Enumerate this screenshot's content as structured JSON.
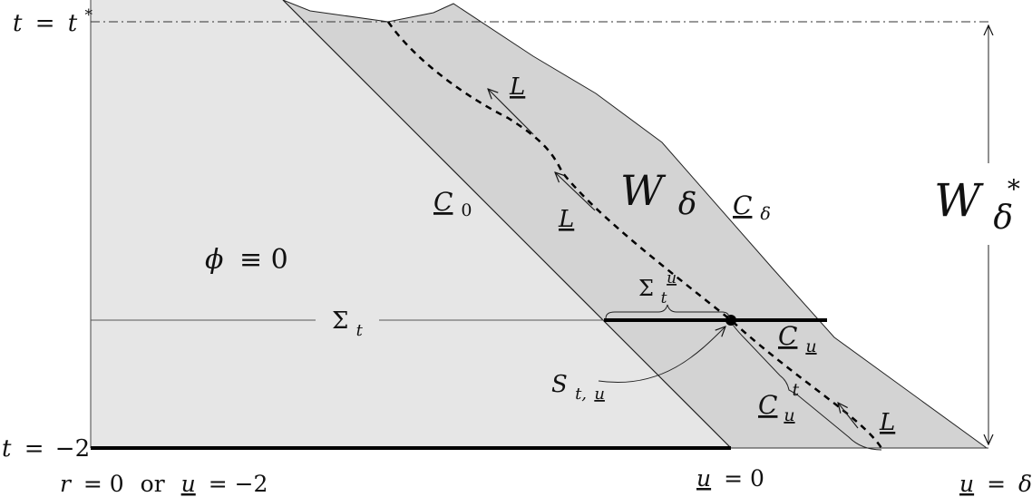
{
  "axis_labels": {
    "t_top": {
      "var": "t",
      "eq": "=",
      "rhs": "t",
      "sup": "*"
    },
    "t_bottom": {
      "var": "t",
      "eq": "=",
      "rhs": "−2"
    },
    "r_label": {
      "r": "r",
      "eq1": "= 0",
      "or": "or",
      "u": "u",
      "eq2": "= −2"
    },
    "u_zero": {
      "u": "u",
      "eq": "= 0"
    },
    "u_delta": {
      "u": "u",
      "eq": "=",
      "delta": "δ"
    }
  },
  "regions": {
    "phi": {
      "phi": "ϕ",
      "rest": "≡ 0"
    },
    "w_delta": {
      "w": "W",
      "sub": "δ"
    },
    "w_delta_star": {
      "w": "W",
      "sub": "δ",
      "sup": "*"
    }
  },
  "cones": {
    "c0": {
      "c": "C",
      "sub": "0"
    },
    "cdelta": {
      "c": "C",
      "sub": "δ"
    },
    "cu": {
      "c": "C",
      "sub": "u"
    },
    "cut": {
      "c": "C",
      "sub": "u",
      "sup": "t"
    }
  },
  "slices": {
    "sigma_t": {
      "sigma": "Σ",
      "sub": "t"
    },
    "sigma_tu": {
      "sigma": "Σ",
      "sub": "t",
      "sup": "u"
    },
    "s_tu": {
      "s": "S",
      "sub1": "t,",
      "sub2": "u"
    }
  },
  "vectors": {
    "L_top": "L",
    "L_mid": "L",
    "L_bottom": "L"
  }
}
